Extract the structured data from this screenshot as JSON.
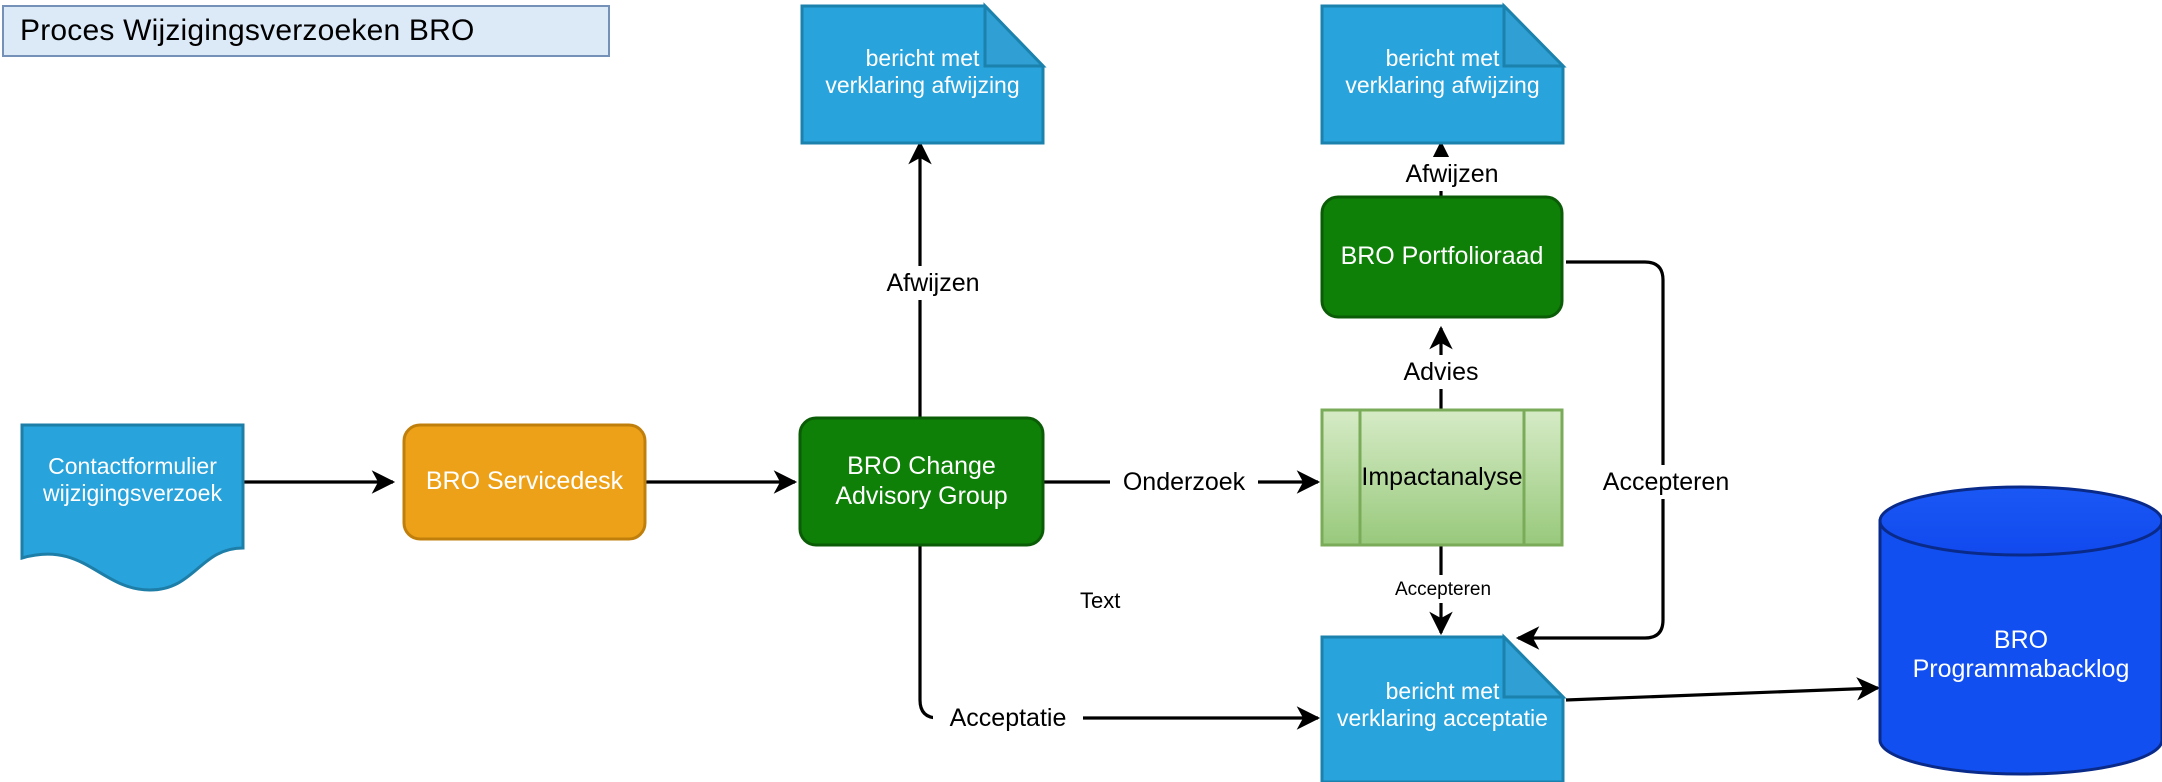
{
  "title": {
    "text": "Proces Wijzigingsverzoeken BRO"
  },
  "colors": {
    "title_fill": "#dce9f7",
    "title_stroke": "#7591b8",
    "doc_blue_fill": "#29a3dc",
    "doc_blue_stroke": "#1d7ea8",
    "note_blue_fill": "#29a3dc",
    "note_blue_stroke": "#1b82ad",
    "orange_fill": "#eda119",
    "orange_stroke": "#c07f0a",
    "green_fill": "#0e8008",
    "green_stroke": "#0b5c06",
    "predefined_fill_top": "#cfe6bd",
    "predefined_fill_bottom": "#9bcb80",
    "predefined_stroke": "#7aab58",
    "cylinder_fill": "#124ff1",
    "cylinder_stroke": "#0a2a8a",
    "edge_stroke": "#000000",
    "text_white": "#ffffff",
    "text_black": "#000000"
  },
  "nodes": [
    {
      "id": "contactformulier",
      "shape": "document-wave",
      "label": "Contactformulier\nwijzigingsverzoek",
      "line1": "Contactformulier",
      "line2": "wijzigingsverzoek",
      "fill": "#29a3dc",
      "text_color": "#ffffff",
      "font_size": 23
    },
    {
      "id": "servicedesk",
      "shape": "rounded-rect",
      "label": "BRO Servicedesk",
      "fill": "#eda119",
      "text_color": "#ffffff",
      "font_size": 25
    },
    {
      "id": "change-advisory-group",
      "shape": "rounded-rect",
      "label": "BRO Change\nAdvisory Group",
      "line1": "BRO Change",
      "line2": "Advisory Group",
      "fill": "#0e8008",
      "text_color": "#ffffff",
      "font_size": 25
    },
    {
      "id": "impactanalyse",
      "shape": "predefined-process",
      "label": "Impactanalyse",
      "fill": "#9bcb80",
      "text_color": "#000000",
      "font_size": 25
    },
    {
      "id": "portfolioraad",
      "shape": "rounded-rect",
      "label": "BRO Portfolioraad",
      "fill": "#0e8008",
      "text_color": "#ffffff",
      "font_size": 25
    },
    {
      "id": "note-afwijzing-left",
      "shape": "note",
      "label": "bericht met\nverklaring afwijzing",
      "line1": "bericht met",
      "line2": "verklaring afwijzing",
      "fill": "#29a3dc",
      "text_color": "#ffffff",
      "font_size": 23
    },
    {
      "id": "note-afwijzing-right",
      "shape": "note",
      "label": "bericht met\nverklaring afwijzing",
      "line1": "bericht met",
      "line2": "verklaring afwijzing",
      "fill": "#29a3dc",
      "text_color": "#ffffff",
      "font_size": 23
    },
    {
      "id": "note-acceptatie",
      "shape": "note",
      "label": "bericht met\nverklaring acceptatie",
      "line1": "bericht met",
      "line2": "verklaring acceptatie",
      "fill": "#29a3dc",
      "text_color": "#ffffff",
      "font_size": 23
    },
    {
      "id": "programmabacklog",
      "shape": "cylinder",
      "label": "BRO\nProgrammabacklog",
      "line1": "BRO",
      "line2": "Programmabacklog",
      "fill": "#124ff1",
      "text_color": "#ffffff",
      "font_size": 25
    }
  ],
  "edges": [
    {
      "id": "e1",
      "from": "contactformulier",
      "to": "servicedesk",
      "label": ""
    },
    {
      "id": "e2",
      "from": "servicedesk",
      "to": "change-advisory-group",
      "label": ""
    },
    {
      "id": "e3",
      "from": "change-advisory-group",
      "to": "note-afwijzing-left",
      "label": "Afwijzen",
      "font_size": 25
    },
    {
      "id": "e4",
      "from": "change-advisory-group",
      "to": "impactanalyse",
      "label": "Onderzoek",
      "font_size": 25
    },
    {
      "id": "e5",
      "from": "change-advisory-group",
      "to": "note-acceptatie",
      "label": "Acceptatie",
      "font_size": 25
    },
    {
      "id": "e6",
      "from": "impactanalyse",
      "to": "portfolioraad",
      "label": "Advies",
      "font_size": 25
    },
    {
      "id": "e7",
      "from": "portfolioraad",
      "to": "note-afwijzing-right",
      "label": "Afwijzen",
      "font_size": 25
    },
    {
      "id": "e8",
      "from": "portfolioraad",
      "to": "note-acceptatie",
      "label": "Accepteren",
      "font_size": 25
    },
    {
      "id": "e9",
      "from": "impactanalyse",
      "to": "note-acceptatie",
      "label": "Accepteren",
      "font_size": 19
    },
    {
      "id": "e10",
      "from": "note-acceptatie",
      "to": "programmabacklog",
      "label": ""
    }
  ],
  "free_text": [
    {
      "id": "text-annotation",
      "text": "Text",
      "font_size": 22
    }
  ]
}
